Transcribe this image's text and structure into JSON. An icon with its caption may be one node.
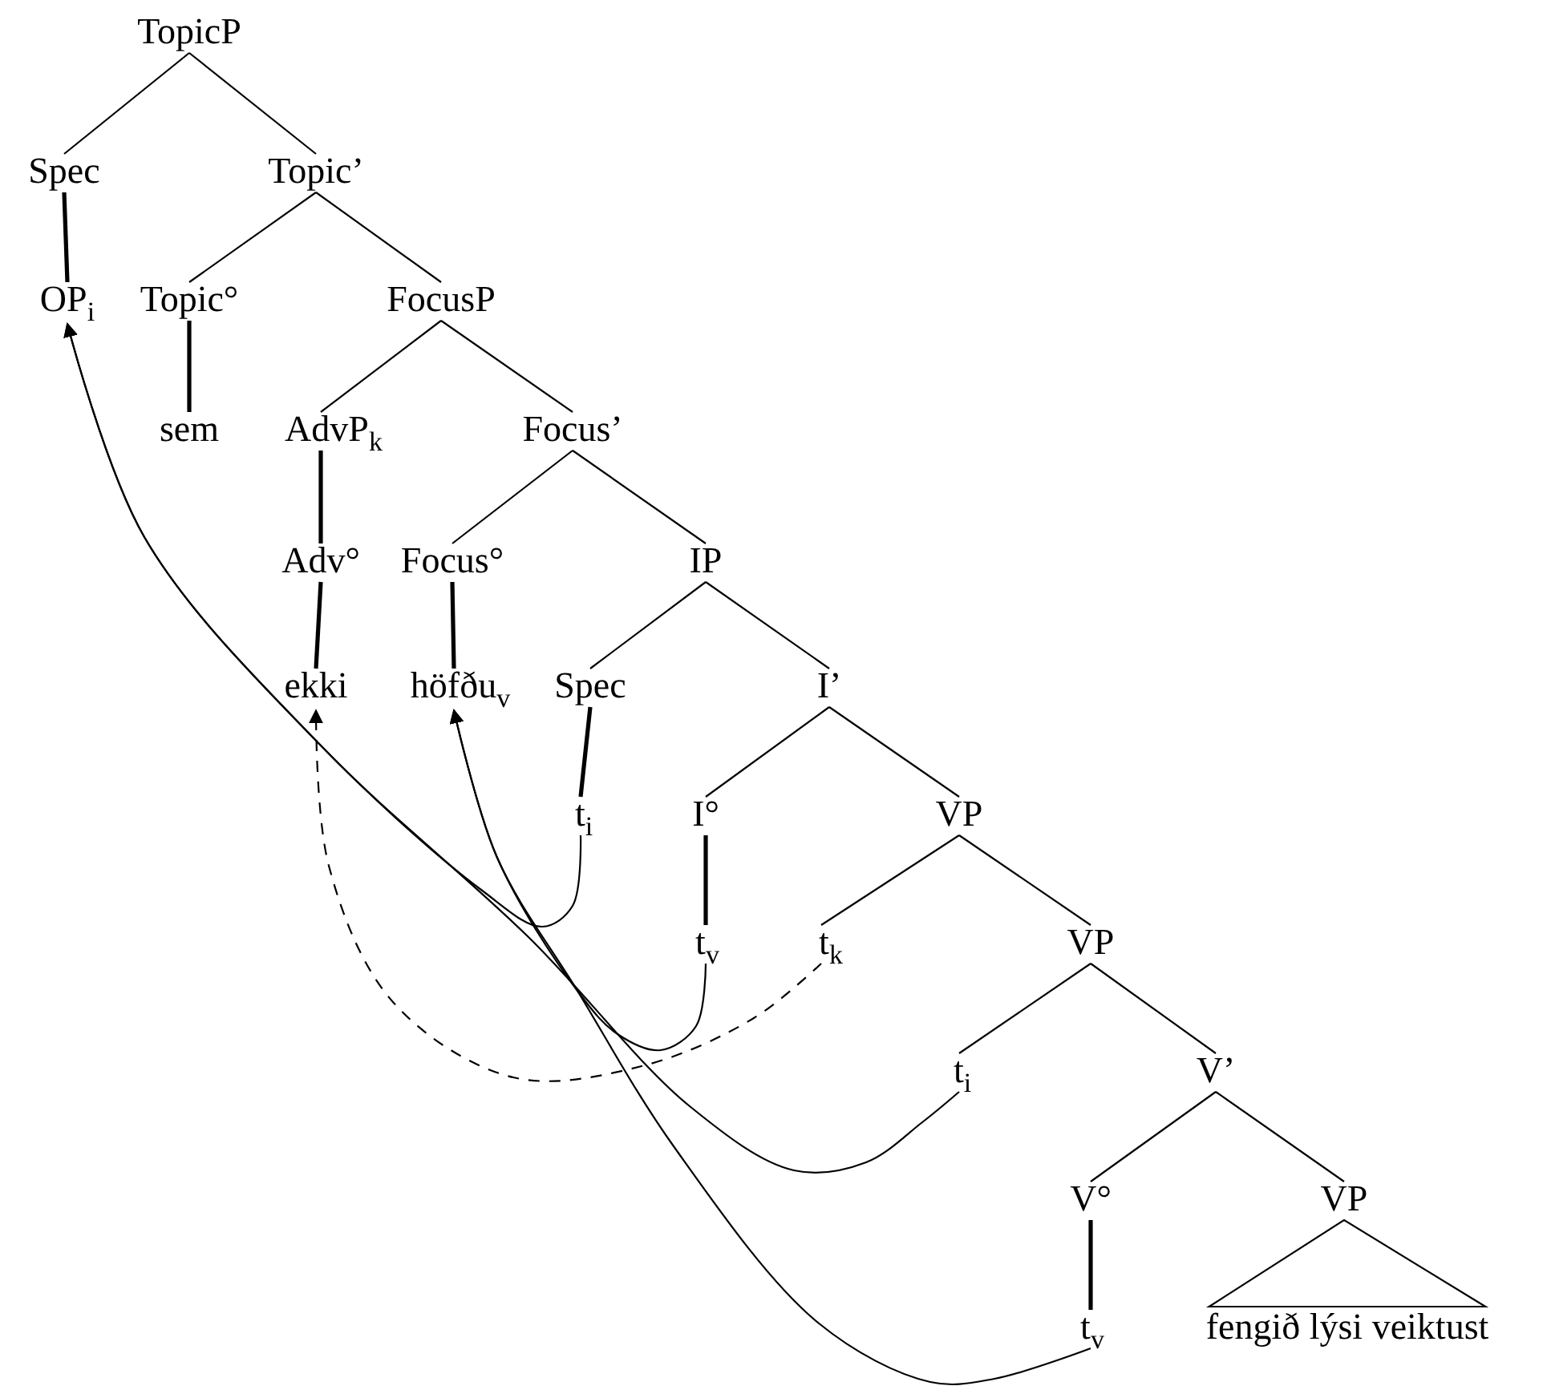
{
  "diagram": {
    "nodes": [
      {
        "text": [
          "TopicP"
        ]
      },
      {
        "text": [
          "Spec"
        ]
      },
      {
        "text": [
          "Topic’"
        ]
      },
      {
        "text": [
          "OP$_{i}$"
        ]
      },
      {
        "text": [
          "Topic°"
        ]
      },
      {
        "text": [
          "FocusP"
        ]
      },
      {
        "text": [
          "sem"
        ]
      },
      {
        "text": [
          "AdvP$_{k}$"
        ]
      },
      {
        "text": [
          "Focus’"
        ]
      },
      {
        "text": [
          "Adv°"
        ]
      },
      {
        "text": [
          "Focus°"
        ]
      },
      {
        "text": [
          "IP"
        ]
      },
      {
        "text": [
          "ekki"
        ]
      },
      {
        "text": [
          "höfðu$_{v}$"
        ]
      },
      {
        "text": [
          "Spec"
        ]
      },
      {
        "text": [
          "I’"
        ]
      },
      {
        "text": [
          "t$_{i}$"
        ]
      },
      {
        "text": [
          "I°"
        ]
      },
      {
        "text": [
          "VP"
        ]
      },
      {
        "text": [
          "t$_{v}$"
        ]
      },
      {
        "text": [
          "t$_{k}$"
        ]
      },
      {
        "text": [
          "VP"
        ]
      },
      {
        "text": [
          "t$_{i}$"
        ]
      },
      {
        "text": [
          "V’"
        ]
      },
      {
        "text": [
          "V°"
        ]
      },
      {
        "text": [
          "VP"
        ]
      },
      {
        "text": [
          "t$_{v}$"
        ]
      },
      {
        "text": [
          "fengið lýsi veiktust"
        ]
      }
    ],
    "edges": [
      {
        "from": 0,
        "to": 1,
        "arrow": "none"
      },
      {
        "from": 0,
        "to": 2,
        "arrow": "none"
      },
      {
        "from": 1,
        "to": 3,
        "arrow": "none",
        "style": "thick"
      },
      {
        "from": 2,
        "to": 4,
        "arrow": "none"
      },
      {
        "from": 2,
        "to": 5,
        "arrow": "none"
      },
      {
        "from": 4,
        "to": 6,
        "arrow": "none",
        "style": "thick"
      },
      {
        "from": 5,
        "to": 7,
        "arrow": "none"
      },
      {
        "from": 5,
        "to": 8,
        "arrow": "none"
      },
      {
        "from": 7,
        "to": 9,
        "arrow": "none",
        "style": "thick"
      },
      {
        "from": 8,
        "to": 10,
        "arrow": "none"
      },
      {
        "from": 8,
        "to": 11,
        "arrow": "none"
      },
      {
        "from": 9,
        "to": 12,
        "arrow": "none",
        "style": "thick"
      },
      {
        "from": 10,
        "to": 13,
        "arrow": "none",
        "style": "thick"
      },
      {
        "from": 11,
        "to": 14,
        "arrow": "none"
      },
      {
        "from": 11,
        "to": 15,
        "arrow": "none"
      },
      {
        "from": 14,
        "to": 16,
        "arrow": "none",
        "style": "thick"
      },
      {
        "from": 15,
        "to": 17,
        "arrow": "none"
      },
      {
        "from": 15,
        "to": 18,
        "arrow": "none"
      },
      {
        "from": 17,
        "to": 19,
        "arrow": "none",
        "style": "thick"
      },
      {
        "from": 18,
        "to": 20,
        "arrow": "none"
      },
      {
        "from": 18,
        "to": 21,
        "arrow": "none"
      },
      {
        "from": 21,
        "to": 22,
        "arrow": "none"
      },
      {
        "from": 21,
        "to": 23,
        "arrow": "none"
      },
      {
        "from": 23,
        "to": 24,
        "arrow": "none"
      },
      {
        "from": 23,
        "to": 25,
        "arrow": "none"
      },
      {
        "from": 24,
        "to": 26,
        "arrow": "none",
        "style": "thick"
      },
      {
        "from": 25,
        "to": 27,
        "arrow": "none"
      },
      {
        "from": 22,
        "to": 3,
        "arrow": "to"
      },
      {
        "from": 16,
        "to": 3,
        "arrow": "to"
      },
      {
        "from": 26,
        "to": 13,
        "arrow": "to"
      },
      {
        "from": 19,
        "to": 13,
        "arrow": "to"
      },
      {
        "from": 20,
        "to": 12,
        "arrow": "to",
        "style": "dashed"
      }
    ]
  }
}
